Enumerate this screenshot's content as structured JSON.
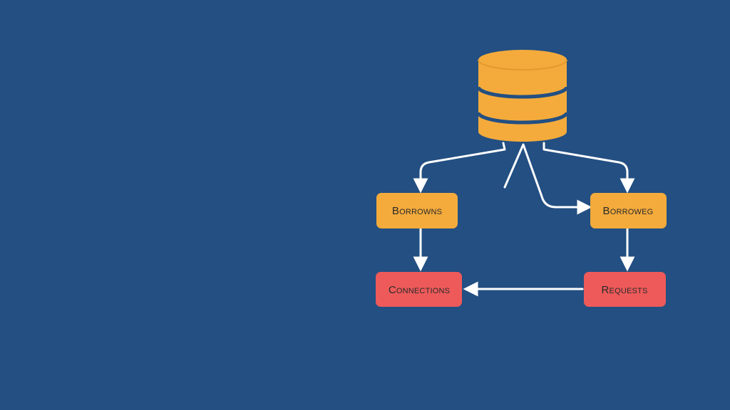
{
  "colors": {
    "background": "#234f82",
    "database": "#f4ab3c",
    "database_stripe": "#234f82",
    "node_orange": "#f4ab3c",
    "node_red": "#ee5a5a",
    "arrow": "#ffffff",
    "label_text": "#2a2a2a"
  },
  "diagram": {
    "database_icon": "database-icon",
    "nodes": {
      "borrowns": {
        "label": "Borrowns"
      },
      "borroweg": {
        "label": "Borroweg"
      },
      "connections": {
        "label": "Connections"
      },
      "requests": {
        "label": "Requests"
      }
    }
  }
}
